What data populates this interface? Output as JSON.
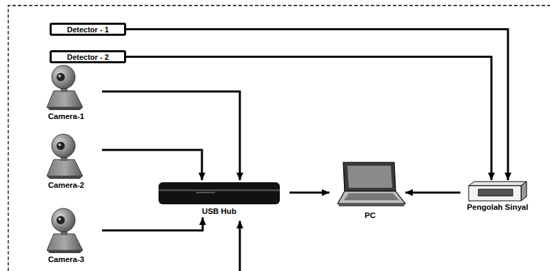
{
  "diagram": {
    "nodes": [
      {
        "text": [
          "Detector - 1"
        ]
      },
      {
        "text": [
          "Detector - 2"
        ]
      },
      {
        "text": [
          "Camera-1"
        ]
      },
      {
        "text": [
          "Camera-2"
        ]
      },
      {
        "text": [
          "Camera-3"
        ]
      },
      {
        "text": [
          "USB Hub"
        ]
      },
      {
        "text": [
          "PC"
        ]
      },
      {
        "text": [
          "Pengolah Sinyal"
        ]
      }
    ],
    "edges": [
      {
        "from": 0,
        "to": 7,
        "arrow": "to"
      },
      {
        "from": 1,
        "to": 7,
        "arrow": "to"
      },
      {
        "from": 2,
        "to": 5,
        "arrow": "to"
      },
      {
        "from": 3,
        "to": 5,
        "arrow": "to"
      },
      {
        "from": 4,
        "to": 5,
        "arrow": "to"
      },
      {
        "from": 5,
        "to": 6,
        "arrow": "to"
      },
      {
        "from": 7,
        "to": 6,
        "arrow": "to"
      }
    ]
  }
}
